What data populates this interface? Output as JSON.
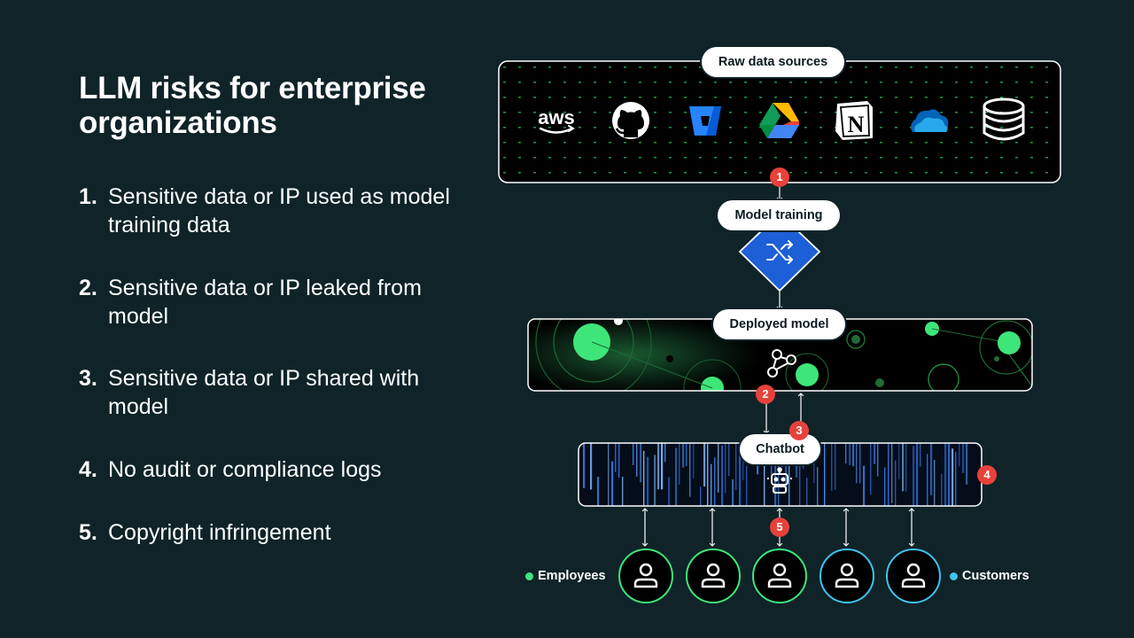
{
  "title": "LLM risks for enterprise organizations",
  "risks": [
    {
      "num": "1.",
      "text": "Sensitive data or IP used as model training data"
    },
    {
      "num": "2.",
      "text": "Sensitive data or IP leaked from model"
    },
    {
      "num": "3.",
      "text": "Sensitive data or IP shared with model"
    },
    {
      "num": "4.",
      "text": "No audit or compliance logs"
    },
    {
      "num": "5.",
      "text": "Copyright infringement"
    }
  ],
  "diagram": {
    "raw_sources_label": "Raw data sources",
    "sources": [
      {
        "name": "aws",
        "icon": "aws-logo-icon"
      },
      {
        "name": "GitHub",
        "icon": "github-icon"
      },
      {
        "name": "Bitbucket",
        "icon": "bitbucket-icon"
      },
      {
        "name": "Google Drive",
        "icon": "google-drive-icon"
      },
      {
        "name": "Notion",
        "icon": "notion-icon"
      },
      {
        "name": "OneDrive",
        "icon": "onedrive-icon"
      },
      {
        "name": "Database",
        "icon": "database-icon"
      }
    ],
    "training_label": "Model training",
    "deployed_label": "Deployed model",
    "chatbot_label": "Chatbot",
    "badges": [
      "1",
      "2",
      "3",
      "4",
      "5"
    ],
    "legend": {
      "employees": "Employees",
      "customers": "Customers"
    },
    "users": [
      {
        "group": "employees"
      },
      {
        "group": "employees"
      },
      {
        "group": "employees"
      },
      {
        "group": "customers"
      },
      {
        "group": "customers"
      }
    ],
    "colors": {
      "background": "#0f2329",
      "employees": "#3ee67a",
      "customers": "#3fc3ee",
      "badge": "#e8413b",
      "training_diamond": "#1d5fd6"
    }
  }
}
